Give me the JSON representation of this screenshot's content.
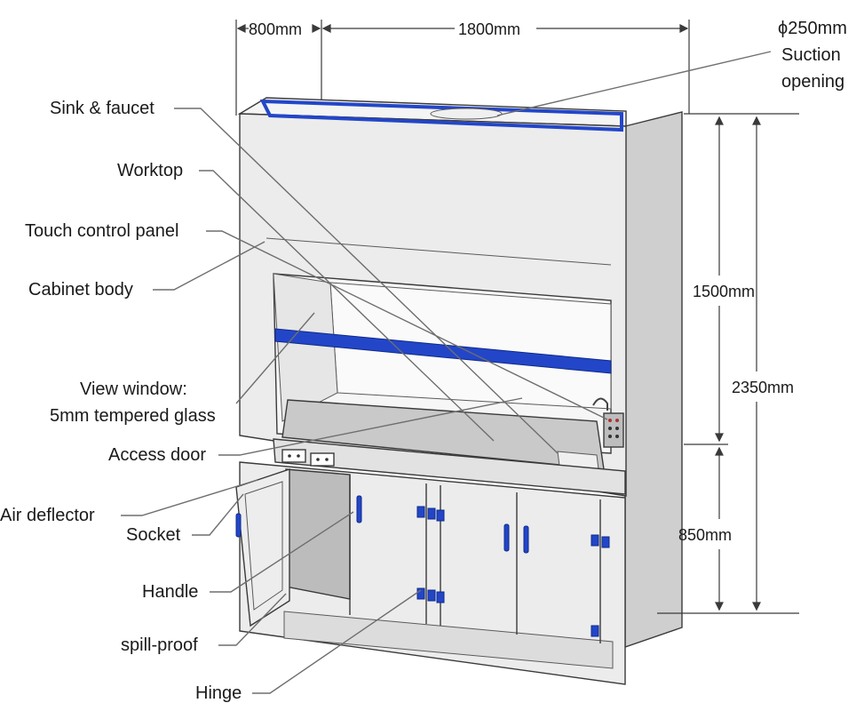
{
  "dimensions": {
    "depth": "800mm",
    "width": "1800mm",
    "upper_height": "1500mm",
    "total_height": "2350mm",
    "lower_height": "850mm",
    "suction_line1": "ϕ250mm",
    "suction_line2": "Suction",
    "suction_line3": "opening"
  },
  "labels": {
    "sink_faucet": "Sink & faucet",
    "worktop": "Worktop",
    "touch_panel": "Touch control panel",
    "cabinet_body": "Cabinet body",
    "view_window_line1": "View window:",
    "view_window_line2": "5mm tempered glass",
    "access_door": "Access door",
    "air_deflector": "Air deflector",
    "socket": "Socket",
    "handle": "Handle",
    "spill_proof": "spill-proof",
    "hinge": "Hinge"
  },
  "colors": {
    "body": "#ececec",
    "side": "#cfcfcf",
    "accent_blue": "#2346c8",
    "line": "#3a3a3a"
  }
}
